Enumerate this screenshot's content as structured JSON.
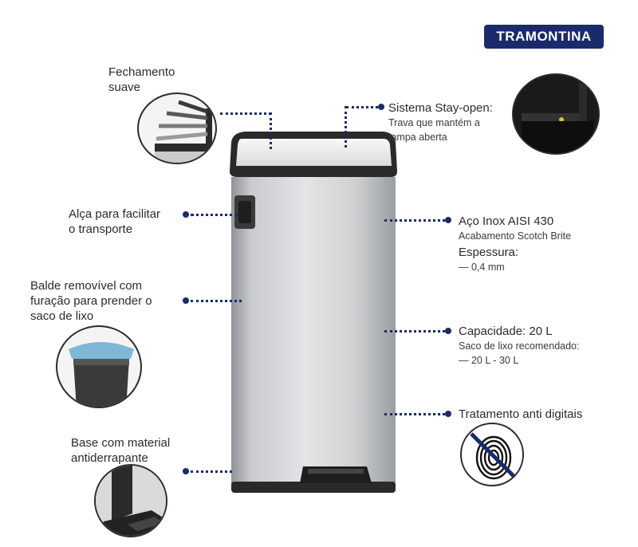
{
  "brand": {
    "name": "TRAMONTINA",
    "color": "#1a2a6b"
  },
  "features": {
    "soft_close": {
      "line1": "Fechamento",
      "line2": "suave"
    },
    "stay_open": {
      "title": "Sistema Stay-open:",
      "sub1": "Trava que mantém a",
      "sub2": "tampa aberta"
    },
    "handle": {
      "line1": "Alça para facilitar",
      "line2": "o transporte"
    },
    "steel": {
      "title": "Aço Inox AISI 430",
      "sub": "Acabamento Scotch Brite",
      "thick_title": "Espessura:",
      "thick_value": "— 0,4 mm"
    },
    "bucket": {
      "line1": "Balde removível com",
      "line2": "furação para prender o",
      "line3": "saco de lixo"
    },
    "capacity": {
      "title": "Capacidade: 20 L",
      "sub1": "Saco de lixo recomendado:",
      "sub2": "— 20 L - 30 L"
    },
    "fingerprint": {
      "title": "Tratamento anti digitais"
    },
    "base": {
      "line1": "Base com material",
      "line2": "antiderrapante"
    }
  },
  "icons": [
    "soft-close-lid-icon",
    "stay-open-lid-icon",
    "bucket-icon",
    "fingerprint-icon",
    "base-icon"
  ]
}
